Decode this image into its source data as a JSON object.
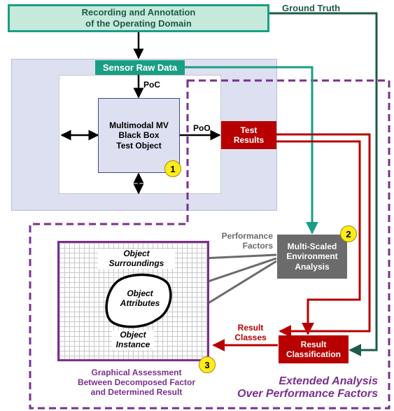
{
  "boxes": {
    "recording": "Recording and Annotation\nof the Operating Domain",
    "sensor_raw_data": "Sensor Raw Data",
    "test_object": "Multimodal MV\nBlack Box\nTest Object",
    "test_results": "Test\nResults",
    "environment_analysis": "Multi-Scaled\nEnvironment\nAnalysis",
    "result_classification": "Result\nClassification"
  },
  "labels": {
    "ground_truth": "Ground Truth",
    "poc": "PoC",
    "poo": "PoO",
    "performance_factors": "Performance\nFactors",
    "result_classes": "Result\nClasses",
    "graphical_assessment": "Graphical Assessment\nBetween Decomposed Factor\nand Determined Result",
    "extended_analysis": "Extended Analysis\nOver Performance Factors"
  },
  "grid_items": {
    "surroundings": "Object\nSurroundings",
    "attributes": "Object\nAttributes",
    "instance": "Object\nInstance"
  },
  "badges": {
    "one": "1",
    "two": "2",
    "three": "3"
  },
  "colors": {
    "teal": "#1a9e84",
    "dark_green": "#1e5a4a",
    "red": "#b80000",
    "purple": "#7b2f8e",
    "gray": "#6b6b6b",
    "light_blue": "#dde0f0",
    "mint": "#c5eadc"
  }
}
